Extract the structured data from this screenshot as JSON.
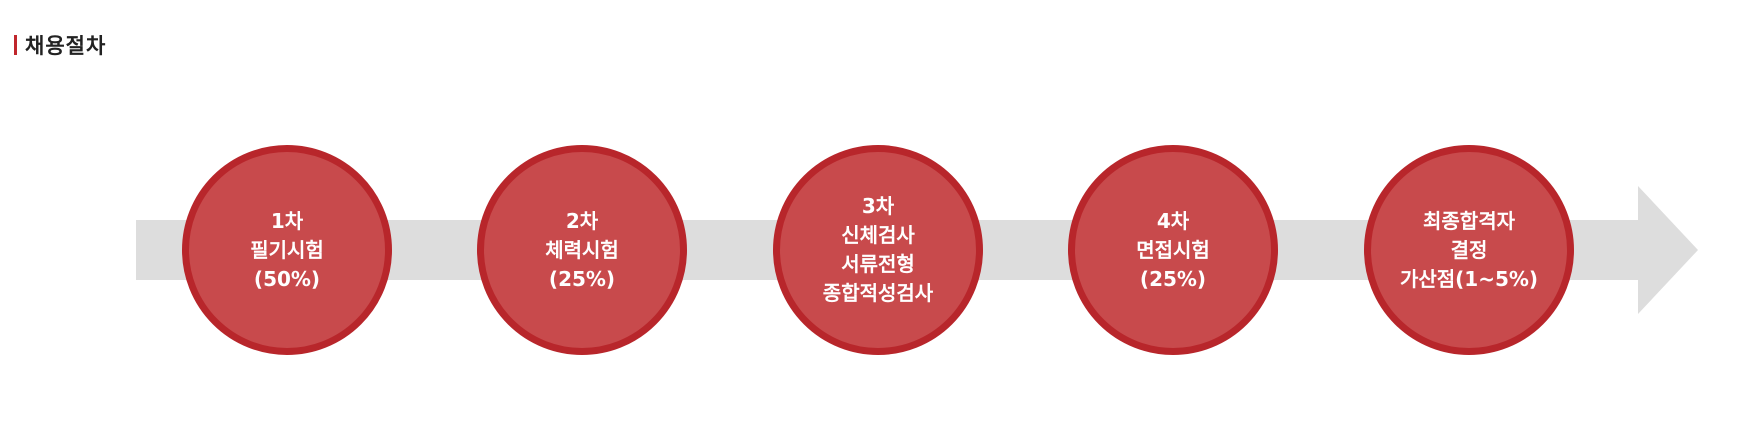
{
  "section": {
    "title": "채용절차"
  },
  "colors": {
    "accent": "#c0262c",
    "circle_fill": "#c84a4c",
    "circle_border": "#b8262b",
    "arrow": "#dddddd"
  },
  "steps": [
    {
      "lines": [
        "1차",
        "필기시험",
        "(50%)"
      ]
    },
    {
      "lines": [
        "2차",
        "체력시험",
        "(25%)"
      ]
    },
    {
      "lines": [
        "3차",
        "신체검사",
        "서류전형",
        "종합적성검사"
      ]
    },
    {
      "lines": [
        "4차",
        "면접시험",
        "(25%)"
      ]
    },
    {
      "lines": [
        "최종합격자",
        "결정",
        "가산점(1~5%)"
      ]
    }
  ]
}
